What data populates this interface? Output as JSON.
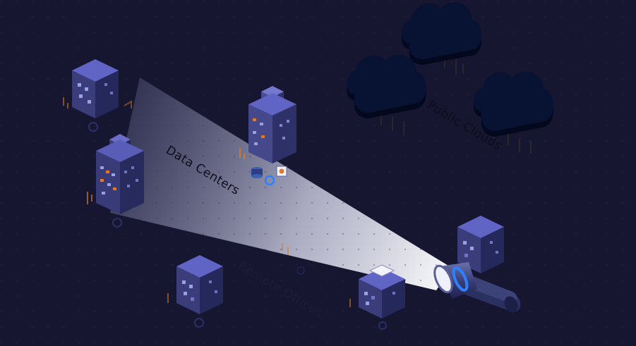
{
  "labels": {
    "data_centers": "Data Centers",
    "public_clouds": "Public Clouds",
    "remote_offices": "Remote Offices"
  },
  "colors": {
    "background": "#161631",
    "building_top": "#5a5db8",
    "building_left": "#33356b",
    "building_right": "#23254e",
    "window": "#9aa0e6",
    "window_accent": "#e07a2a",
    "cloud": "#050a20",
    "beam": "#ffffff",
    "flashlight": "#2e3566",
    "flashlight_ring": "#2f80ff",
    "label_dark": "#0c0c1a",
    "label_dim": "#1c1c34"
  }
}
